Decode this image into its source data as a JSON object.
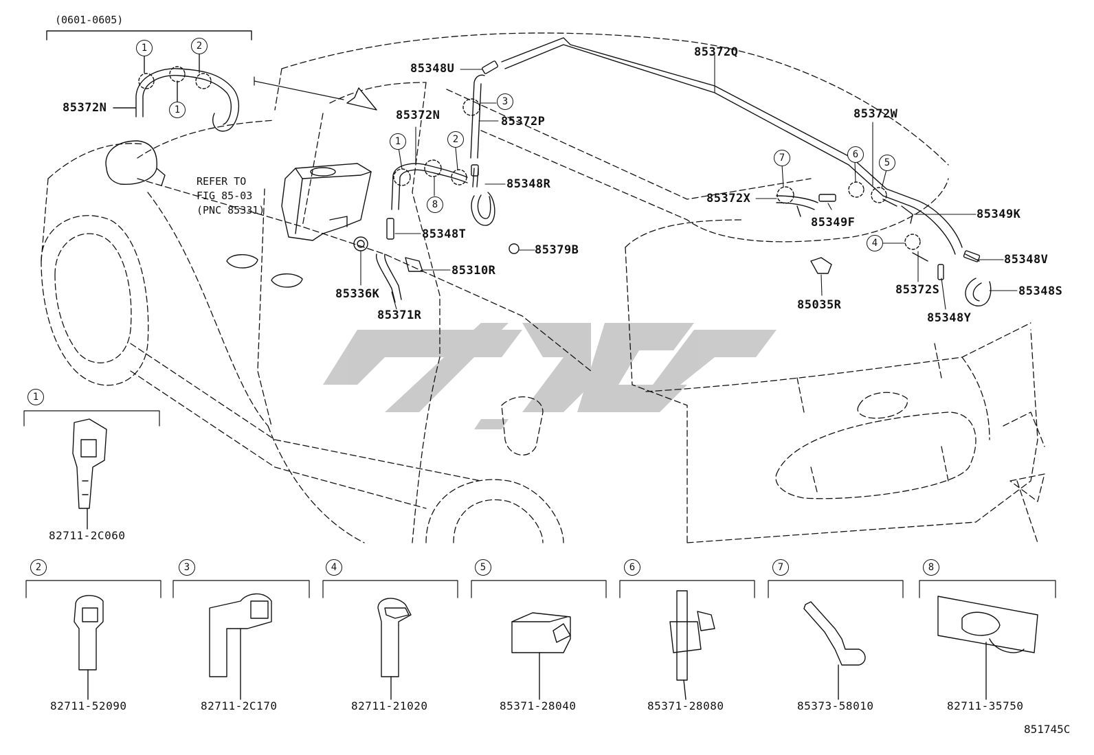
{
  "diagram": {
    "range_label": "(0601-0605)",
    "refer_note": [
      "REFER TO",
      "FIG 85-03",
      "(PNC 85331)"
    ],
    "figure_code": "851745C",
    "callouts": [
      {
        "id": "85372Q",
        "text": "85372Q"
      },
      {
        "id": "85348U",
        "text": "85348U"
      },
      {
        "id": "85372N-top",
        "text": "85372N"
      },
      {
        "id": "85372N",
        "text": "85372N"
      },
      {
        "id": "85372P",
        "text": "85372P"
      },
      {
        "id": "85348R",
        "text": "85348R"
      },
      {
        "id": "85348T",
        "text": "85348T"
      },
      {
        "id": "85379B",
        "text": "85379B"
      },
      {
        "id": "85310R",
        "text": "85310R"
      },
      {
        "id": "85336K",
        "text": "85336K"
      },
      {
        "id": "85371R",
        "text": "85371R"
      },
      {
        "id": "85372W",
        "text": "85372W"
      },
      {
        "id": "85372X",
        "text": "85372X"
      },
      {
        "id": "85349F",
        "text": "85349F"
      },
      {
        "id": "85349K",
        "text": "85349K"
      },
      {
        "id": "85348V",
        "text": "85348V"
      },
      {
        "id": "85348S",
        "text": "85348S"
      },
      {
        "id": "85372S",
        "text": "85372S"
      },
      {
        "id": "85348Y",
        "text": "85348Y"
      },
      {
        "id": "85035R",
        "text": "85035R"
      }
    ],
    "details": [
      {
        "num": "1",
        "part": "82711-2C060"
      },
      {
        "num": "2",
        "part": "82711-52090"
      },
      {
        "num": "3",
        "part": "82711-2C170"
      },
      {
        "num": "4",
        "part": "82711-21020"
      },
      {
        "num": "5",
        "part": "85371-28040"
      },
      {
        "num": "6",
        "part": "85371-28080"
      },
      {
        "num": "7",
        "part": "85373-58010"
      },
      {
        "num": "8",
        "part": "82711-35750"
      }
    ],
    "clamp_markers": [
      "1",
      "2",
      "1",
      "1",
      "2",
      "8",
      "3",
      "7",
      "6",
      "5",
      "4"
    ],
    "colors": {
      "line": "#111111",
      "watermark": "#c8c8c8"
    }
  }
}
